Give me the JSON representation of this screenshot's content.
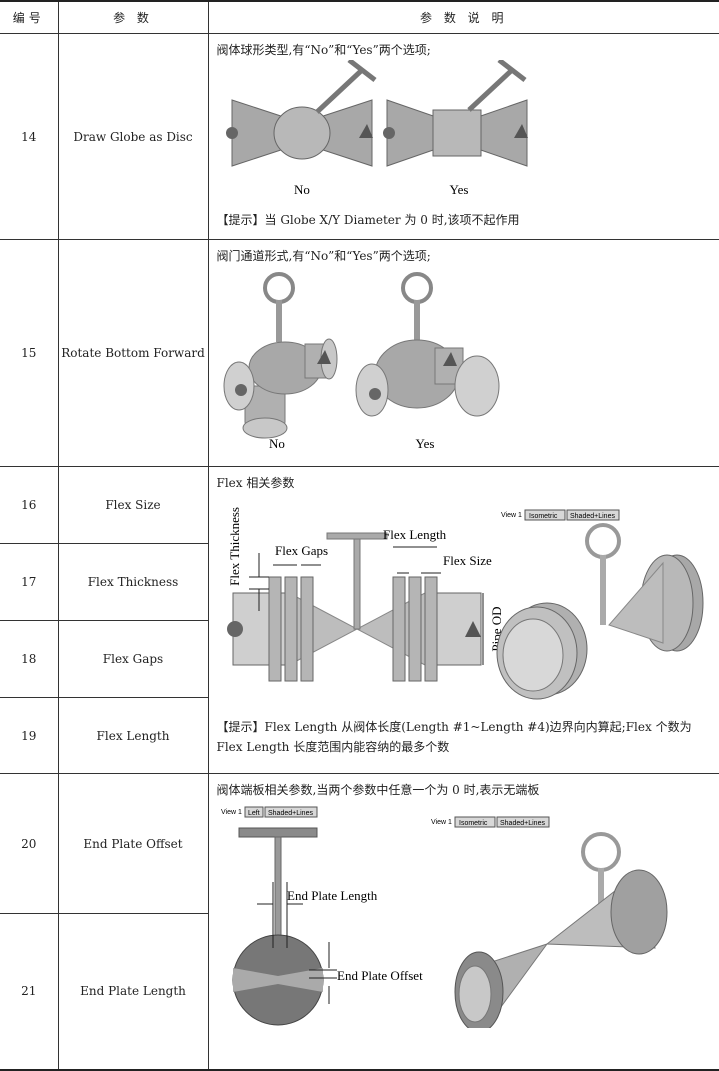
{
  "header": {
    "col_no": "编号",
    "col_param": "参 数",
    "col_desc": "参 数 说 明"
  },
  "rows": [
    {
      "no": "14",
      "param": "Draw Globe as Disc",
      "desc": "阀体球形类型,有“No”和“Yes”两个选项;",
      "fig_labels": [
        "No",
        "Yes"
      ],
      "tip": "【提示】当 Globe X/Y Diameter 为 0 时,该项不起作用"
    },
    {
      "no": "15",
      "param": "Rotate Bottom Forward",
      "desc": "阀门通道形式,有“No”和“Yes”两个选项;",
      "fig_labels": [
        "No",
        "Yes"
      ]
    },
    {
      "no": "16",
      "param": "Flex Size"
    },
    {
      "no": "17",
      "param": "Flex Thickness"
    },
    {
      "no": "18",
      "param": "Flex Gaps"
    },
    {
      "no": "19",
      "param": "Flex Length"
    },
    {
      "no": "20",
      "param": "End Plate Offset"
    },
    {
      "no": "21",
      "param": "End Plate Length"
    }
  ],
  "flex_group": {
    "desc": "Flex 相关参数",
    "toolbar": {
      "view": "View 1",
      "mode1": "Isometric",
      "mode2": "Shaded+Lines"
    },
    "labels": {
      "thickness": "Flex Thickness",
      "gaps": "Flex Gaps",
      "length": "Flex Length",
      "size": "Flex Size",
      "pipe_od": "Pipe OD"
    },
    "tip": "【提示】Flex Length 从阀体长度(Length #1~Length #4)边界向内算起;Flex 个数为 Flex Length 长度范围内能容纳的最多个数"
  },
  "end_group": {
    "desc": "阀体端板相关参数,当两个参数中任意一个为 0 时,表示无端板",
    "toolbar_left": {
      "view": "View 1",
      "mode1": "Left",
      "mode2": "Shaded+Lines"
    },
    "toolbar_right": {
      "view": "View 1",
      "mode1": "Isometric",
      "mode2": "Shaded+Lines"
    },
    "labels": {
      "plate_length": "End Plate Length",
      "plate_offset": "End Plate Offset"
    }
  },
  "colors": {
    "body_gray": "#a8a8a8",
    "dark_gray": "#666666",
    "light_gray": "#cfcfcf",
    "line": "#333333"
  }
}
